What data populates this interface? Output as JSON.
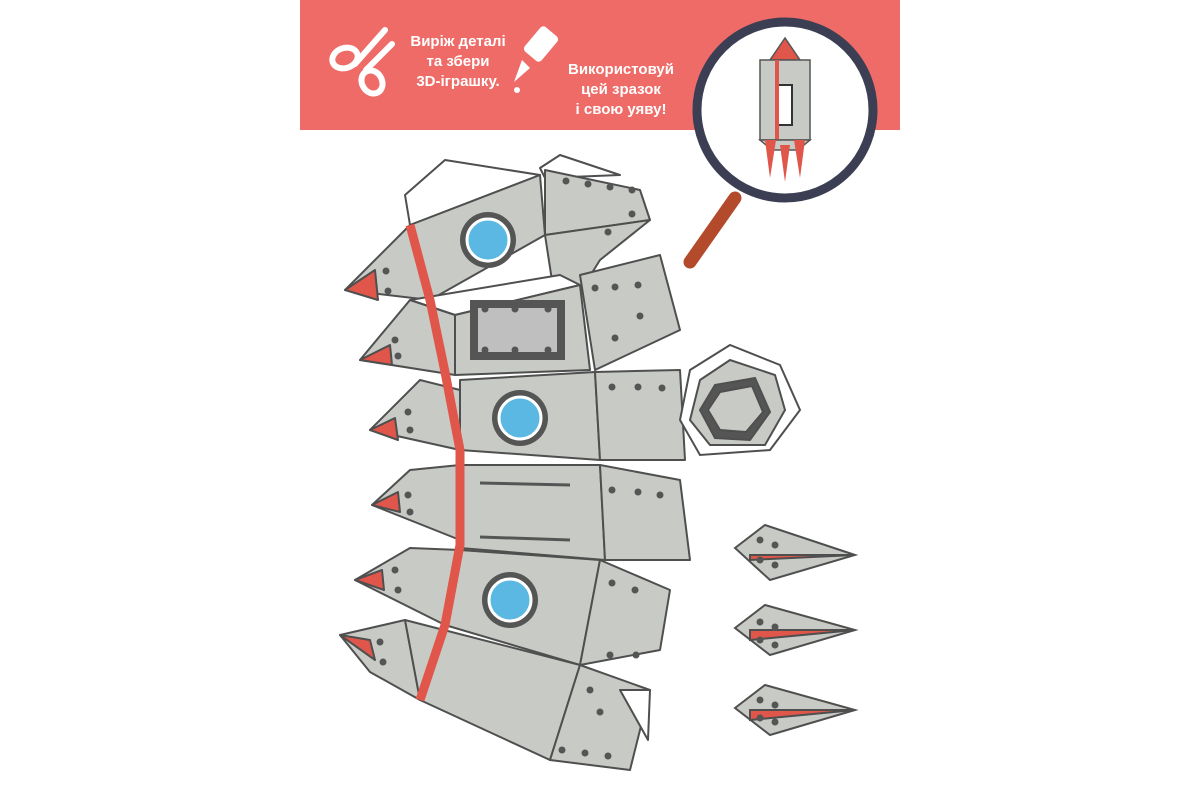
{
  "banner": {
    "color": "#ee6b67",
    "step1_lines": [
      "Виріж деталі",
      "та збери",
      "3D-іграшку."
    ],
    "step2_lines": [
      "Використовуй",
      "цей зразок",
      "і свою уяву!"
    ],
    "icons": [
      "scissors-icon",
      "glue-icon",
      "magnifier-icon"
    ]
  },
  "colors": {
    "panel": "#c8cbc5",
    "outline": "#4f4f4f",
    "stripe": "#e0564a",
    "window": "#5bb8e3",
    "tab": "#ffffff",
    "magnifier_handle": "#b34a2b",
    "magnifier_ring": "#3c3f53"
  }
}
